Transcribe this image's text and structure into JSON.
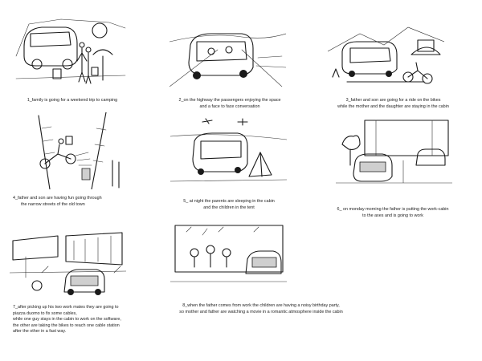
{
  "panels": [
    {
      "lines": [
        "1_family is going for a weekend trip to camping"
      ]
    },
    {
      "lines": [
        "2_on the highway the passengers enjoying the space",
        "and a face to face conversation"
      ]
    },
    {
      "lines": [
        "3_father and son are going for a ride on the bikes",
        "while the mother and the daughter are staying in the cabin"
      ]
    },
    {
      "lines": [
        "4_father and son are having fun going through",
        "the narrow streets of the old town"
      ]
    },
    {
      "lines": [
        "5_ at night the parents are sleeping in the cabin",
        "and the children in the tent"
      ]
    },
    {
      "lines": [
        "6_ on monday morning the father is putting the work-cabin",
        "to the axes and is going to work"
      ]
    },
    {
      "lines": [
        "7_after picking up his two work mates they are going to",
        "piazza duomo to fix some cables,",
        "while one guy stays in the cabin to work on the software,",
        "the other are taking the bikes to reach one cable station",
        "after the other in a fast way."
      ]
    },
    {
      "lines": [
        "8_when the father comes from work the children are having a noisy birthday party,",
        "so mother and father are watching a movie in a romantic atmosphere inside the cabin"
      ]
    }
  ]
}
